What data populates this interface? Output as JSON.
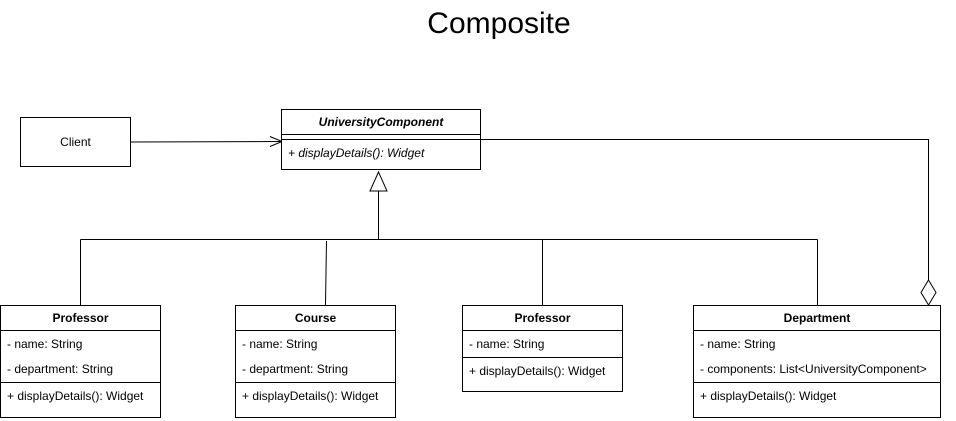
{
  "title": "Composite",
  "client": {
    "label": "Client"
  },
  "component": {
    "name": "UniversityComponent",
    "operations": [
      "+ displayDetails(): Widget"
    ]
  },
  "classes": [
    {
      "name": "Professor",
      "attributes": [
        "- name: String",
        "- department: String"
      ],
      "operations": [
        "+ displayDetails(): Widget"
      ]
    },
    {
      "name": "Course",
      "attributes": [
        "- name: String",
        "- department: String"
      ],
      "operations": [
        "+ displayDetails(): Widget"
      ]
    },
    {
      "name": "Professor",
      "attributes": [
        "- name: String"
      ],
      "operations": [
        "+ displayDetails(): Widget"
      ]
    },
    {
      "name": "Department",
      "attributes": [
        "- name: String",
        "- components: List<UniversityComponent>"
      ],
      "operations": [
        "+ displayDetails(): Widget"
      ]
    }
  ]
}
